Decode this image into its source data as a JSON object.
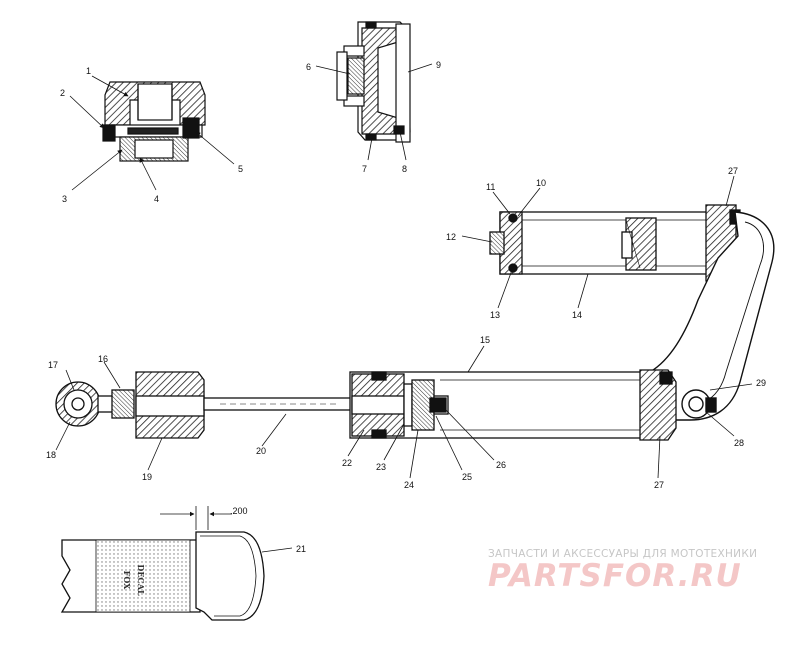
{
  "diagram": {
    "callouts": {
      "c1": "1",
      "c2": "2",
      "c3": "3",
      "c4": "4",
      "c5": "5",
      "c6": "6",
      "c7": "7",
      "c8": "8",
      "c9": "9",
      "c10": "10",
      "c11": "11",
      "c12": "12",
      "c13": "13",
      "c14": "14",
      "c15": "15",
      "c16": "16",
      "c17": "17",
      "c18": "18",
      "c19": "19",
      "c20": "20",
      "c21": "21",
      "c22": "22",
      "c23": "23",
      "c24": "24",
      "c25": "25",
      "c26": "26",
      "c27a": "27",
      "c27b": "27",
      "c28": "28",
      "c29": "29"
    },
    "dimension_label": ".200",
    "decal_line1": "FOX",
    "decal_line2": "DECAL"
  },
  "watermark": {
    "subtitle": "ЗАПЧАСТИ И АКСЕССУАРЫ ДЛЯ МОТОТЕХНИКИ",
    "brand": "PARTSFOR.RU",
    "brand_color": "#f4c7c7",
    "subtitle_color": "#c6c6c6"
  }
}
